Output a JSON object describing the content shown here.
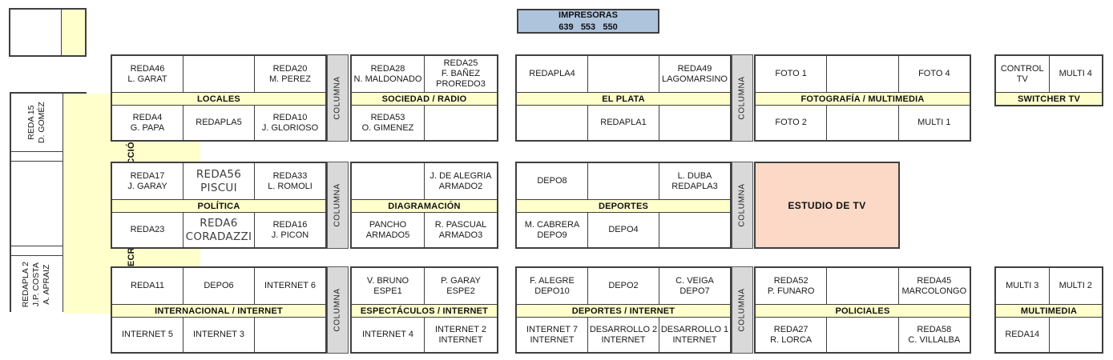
{
  "printer": {
    "title": "IMPRESORAS",
    "numbers": "639   553   550"
  },
  "sidebar": {
    "secretarios": "SECRETARIOS DE REDACCIÓN",
    "reda15": "REDA 15\nD. GOMÉZ",
    "redapla2": "REDAPLA 2\nJ.P. COSTA\nA. APRAIZ"
  },
  "strips": {
    "columna": "COLUMNA"
  },
  "colors": {
    "band_yellow": "#ffffcc",
    "column_gray": "#d9d9d9",
    "printer_blue": "#aec4dd",
    "studio_pink": "#fcd9c6",
    "border": "#3f3f3f"
  },
  "groups": {
    "locales": {
      "label": "LOCALES",
      "top": [
        "REDA46\nL. GARAT",
        "",
        "REDA20\nM. PEREZ"
      ],
      "bottom": [
        "REDA4\nG. PAPA",
        "REDAPLA5",
        "REDA10\nJ. GLORIOSO"
      ]
    },
    "sociedad": {
      "label": "SOCIEDAD / RADIO",
      "top": [
        "REDA28\nN. MALDONADO",
        "REDA25\nF. BAÑEZ\nPROREDO3"
      ],
      "bottom": [
        "REDA53\nO. GIMENEZ",
        ""
      ]
    },
    "elplata": {
      "label": "EL PLATA",
      "top": [
        "REDAPLA4",
        "",
        "REDA49\nLAGOMARSINO"
      ],
      "bottom": [
        "",
        "REDAPLA1",
        ""
      ]
    },
    "foto": {
      "label": "FOTOGRAFÍA / MULTIMEDIA",
      "top": [
        "FOTO 1",
        "",
        "FOTO 4"
      ],
      "bottom": [
        "FOTO 2",
        "",
        "MULTI 1"
      ]
    },
    "switcher": {
      "label": "SWITCHER TV",
      "top": [
        "CONTROL TV",
        "MULTI 4"
      ]
    },
    "politica": {
      "label": "POLÍTICA",
      "top": [
        "REDA17\nJ. GARAY",
        "REDA56\nPISCUI",
        "REDA33\nL. ROMOLI"
      ],
      "bottom": [
        "REDA23",
        "REDA6\nCORADAZZI",
        "REDA16\nJ. PICON"
      ]
    },
    "diagramacion": {
      "label": "DIAGRAMACIÓN",
      "top": [
        "",
        "J. DE ALEGRIA\nARMADO2"
      ],
      "bottom": [
        "PANCHO\nARMADO5",
        "R. PASCUAL\nARMADO3"
      ]
    },
    "deportes": {
      "label": "DEPORTES",
      "top": [
        "DEPO8",
        "",
        "L. DUBA\nREDAPLA3"
      ],
      "bottom": [
        "M. CABRERA\nDEPO9",
        "DEPO4",
        ""
      ]
    },
    "estudio": {
      "label": "ESTUDIO DE TV"
    },
    "internacional": {
      "label": "INTERNACIONAL / INTERNET",
      "top": [
        "REDA11",
        "DEPO6",
        "INTERNET 6"
      ],
      "bottom": [
        "INTERNET 5",
        "INTERNET 3",
        ""
      ]
    },
    "espectaculos": {
      "label": "ESPECTÁCULOS / INTERNET",
      "top": [
        "V. BRUNO\nESPE1",
        "P. GARAY\nESPE2"
      ],
      "bottom": [
        "INTERNET 4",
        "INTERNET 2\nINTERNET"
      ]
    },
    "deportesnet": {
      "label": "DEPORTES / INTERNET",
      "top": [
        "F. ALEGRE\nDEPO10",
        "DEPO2",
        "C. VEIGA\nDEPO7"
      ],
      "bottom": [
        "INTERNET 7\nINTERNET",
        "DESARROLLO 2\nINTERNET",
        "DESARROLLO 1\nINTERNET"
      ]
    },
    "policiales": {
      "label": "POLICIALES",
      "top": [
        "REDA52\nP. FUNARO",
        "",
        "REDA45\nMARCOLONGO"
      ],
      "bottom": [
        "REDA27\nR. LORCA",
        "",
        "REDA58\nC. VILLALBA"
      ]
    },
    "multimedia": {
      "label": "MULTIMEDIA",
      "top": [
        "MULTI 3",
        "MULTI 2"
      ],
      "bottom": [
        "REDA14",
        ""
      ]
    }
  }
}
